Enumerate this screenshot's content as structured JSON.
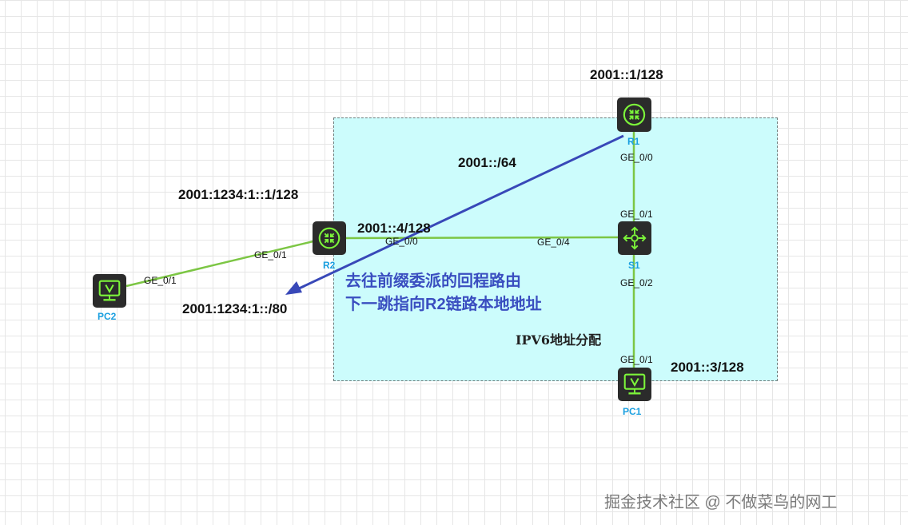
{
  "zone": {
    "label": "IPV6地址分配"
  },
  "devices": {
    "r1": {
      "name": "R1",
      "icon": "router-icon"
    },
    "r2": {
      "name": "R2",
      "icon": "router-icon"
    },
    "s1": {
      "name": "S1",
      "icon": "switch-icon"
    },
    "pc1": {
      "name": "PC1",
      "icon": "pc-icon"
    },
    "pc2": {
      "name": "PC2",
      "icon": "pc-icon"
    }
  },
  "ports": {
    "r1_ge00": "GE_0/0",
    "s1_ge01": "GE_0/1",
    "s1_ge04": "GE_0/4",
    "s1_ge02": "GE_0/2",
    "r2_ge00": "GE_0/0",
    "r2_ge01": "GE_0/1",
    "pc2_ge01": "GE_0/1",
    "pc1_ge01": "GE_0/1"
  },
  "addresses": {
    "r1": "2001::1/128",
    "link_prefix": "2001::/64",
    "r2_loopback": "2001:1234:1::1/128",
    "s1": "2001::4/128",
    "pc1": "2001::3/128",
    "delegated_prefix": "2001:1234:1::/80"
  },
  "annotation": {
    "line1": "去往前缀委派的回程路由",
    "line2": "下一跳指向R2链路本地地址"
  },
  "watermark": "掘金技术社区 @ 不做菜鸟的网工",
  "colors": {
    "link": "#7cc644",
    "arrow": "#3848b8",
    "zone_fill": "#ccfcfc",
    "device_icon": "#7cf43a",
    "device_label": "#1a9fe0"
  }
}
